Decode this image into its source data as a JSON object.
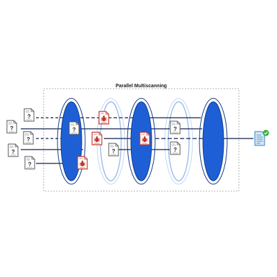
{
  "diagram": {
    "title": "Parallel Multiscanning",
    "colors": {
      "frame": "#999999",
      "solid_disc_fill": "#1f5fd6",
      "solid_disc_stroke": "#0f3a8c",
      "ghost_disc": "#9bbce6",
      "line": "#0d1e4a",
      "file_unknown": "#555555",
      "file_malicious": "#c0392b",
      "output_doc": "#2a7cc4",
      "check": "#3cb043"
    },
    "icons": {
      "unknown_file": "question-document-icon",
      "malicious_file": "bug-document-icon",
      "clean_output": "document-check-icon",
      "scanner_engine": "lens-disc-icon"
    },
    "engines": [
      "solid",
      "ghost",
      "solid",
      "ghost",
      "solid"
    ]
  }
}
